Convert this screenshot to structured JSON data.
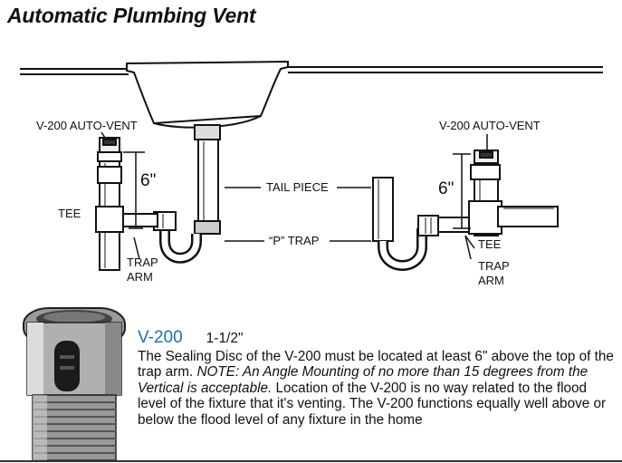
{
  "title": "Automatic Plumbing Vent",
  "diagram": {
    "left_vent_label": "V-200 AUTO-VENT",
    "right_vent_label": "V-200 AUTO-VENT",
    "left_height_label": "6\"",
    "right_height_label": "6\"",
    "tee_left": "TEE",
    "tee_right": "TEE",
    "trap_arm_left_1": "TRAP",
    "trap_arm_left_2": "ARM",
    "trap_arm_right_1": "TRAP",
    "trap_arm_right_2": "ARM",
    "tail_piece": "TAIL PIECE",
    "p_trap": "“P” TRAP"
  },
  "product": {
    "name": "V-200",
    "size": "1-1/2\"",
    "desc_part1": "The Sealing Disc of the V-200 must be located at least 6\" above the top of the trap arm. ",
    "desc_note": "NOTE: An Angle Mounting of no more than 15 degrees from the Vertical is acceptable.",
    "desc_part2": " Location of the V-200 is no way related to the flood level of the fixture that it's venting.  The V-200 functions equally well above or below the flood level of any fixture in the home"
  }
}
